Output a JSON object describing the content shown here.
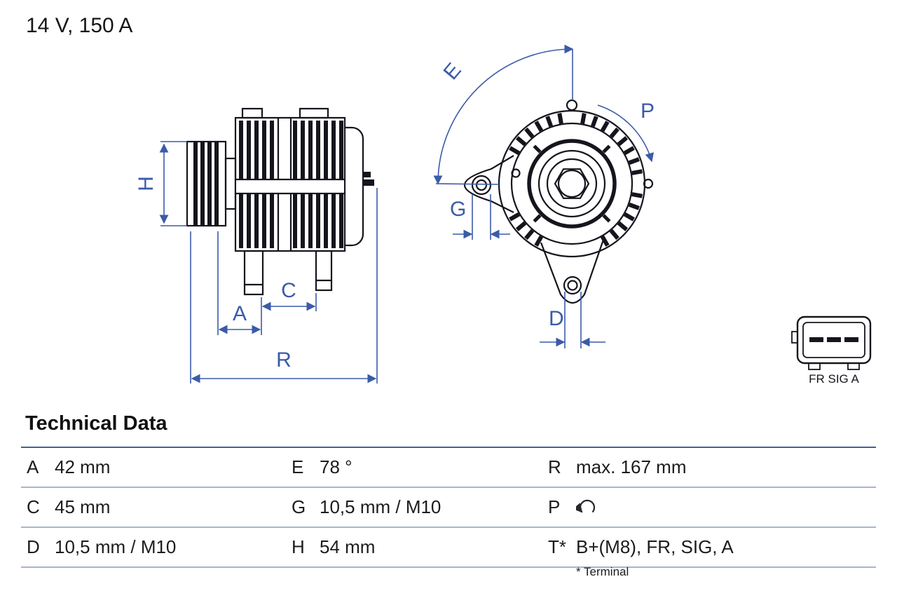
{
  "header": {
    "title": "14 V, 150 A"
  },
  "diagram": {
    "dim_labels": {
      "H": "H",
      "A": "A",
      "C": "C",
      "R": "R",
      "E": "E",
      "P": "P",
      "G": "G",
      "D": "D"
    },
    "connector_labels": "FR SIG A"
  },
  "table": {
    "title": "Technical Data",
    "rows": [
      {
        "k1": "A",
        "v1": "42 mm",
        "k2": "E",
        "v2": "78 °",
        "k3": "R",
        "v3": "max. 167 mm"
      },
      {
        "k1": "C",
        "v1": "45 mm",
        "k2": "G",
        "v2": "10,5 mm / M10",
        "k3": "P",
        "v3": ""
      },
      {
        "k1": "D",
        "v1": "10,5 mm / M10",
        "k2": "H",
        "v2": "54 mm",
        "k3": "T*",
        "v3": "B+(M8), FR, SIG, A"
      }
    ],
    "footnote": "* Terminal"
  },
  "icons": {
    "rotation": "rotation-direction-arrow"
  },
  "colors": {
    "dimension_blue": "#3b5ba8",
    "drawing_dark": "#15151d",
    "table_line": "#a7b6c8"
  }
}
